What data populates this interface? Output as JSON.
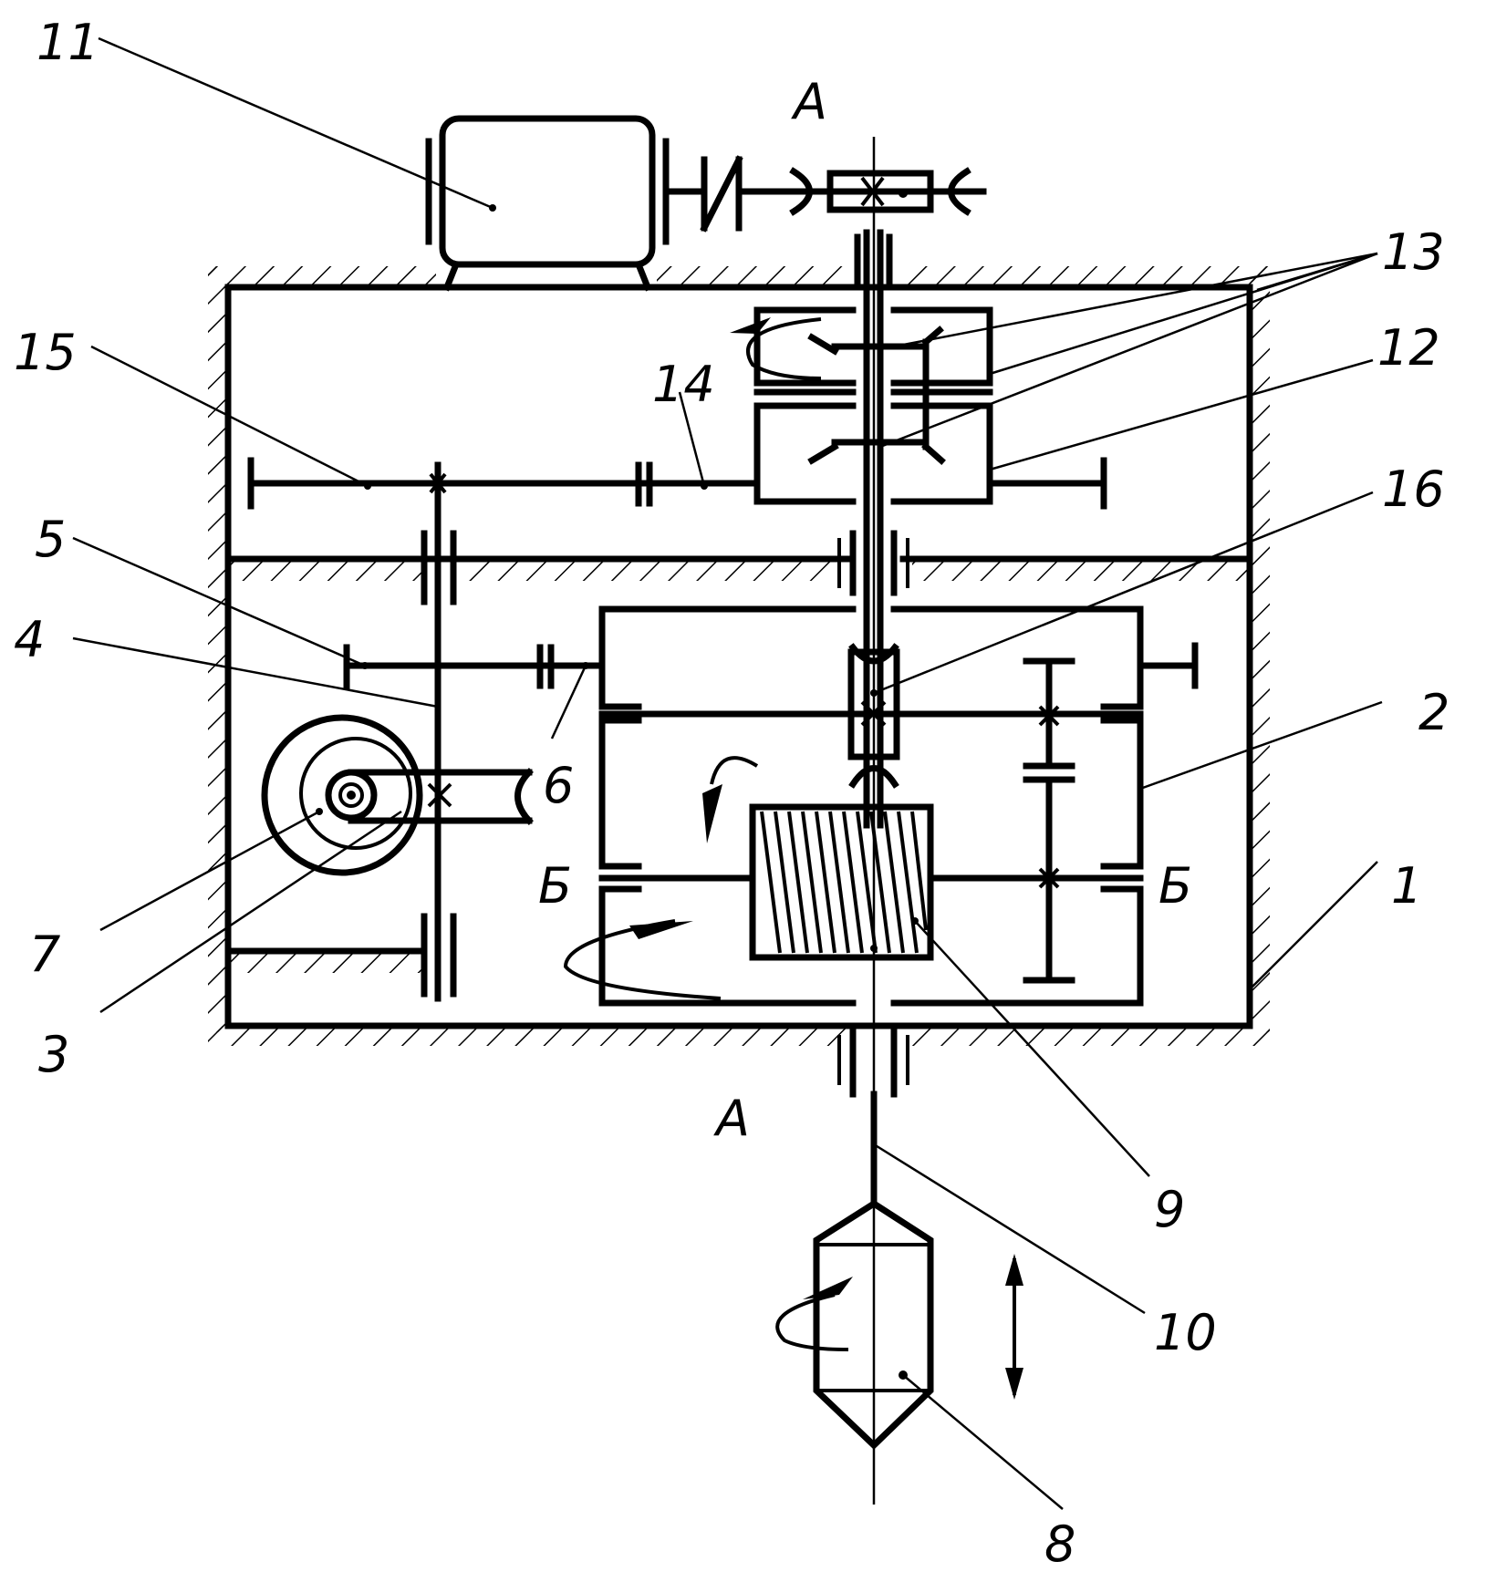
{
  "labels": {
    "l1": "1",
    "l2": "2",
    "l3": "3",
    "l4": "4",
    "l5": "5",
    "l6": "6",
    "l7": "7",
    "l8": "8",
    "l9": "9",
    "l10": "10",
    "l11": "11",
    "l12": "12",
    "l13": "13",
    "l14": "14",
    "l15": "15",
    "l16": "16"
  },
  "section_marks": {
    "a_top": "А",
    "a_bottom": "А",
    "b_left": "Б",
    "b_right": "Б"
  }
}
